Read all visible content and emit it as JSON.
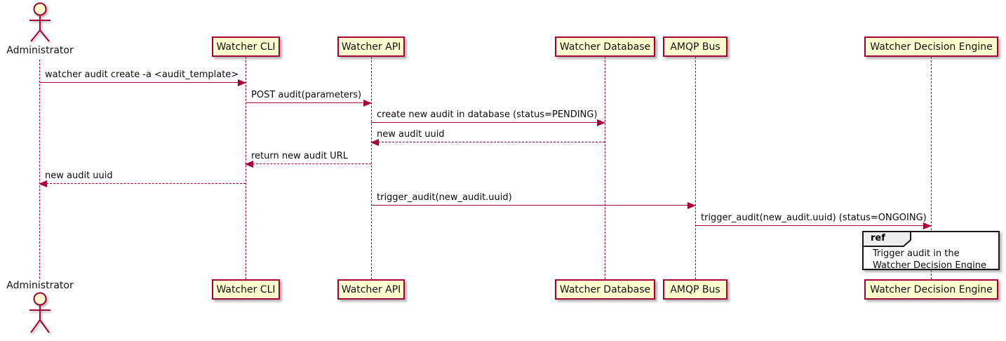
{
  "diagram": {
    "type": "sequence",
    "actor": {
      "name": "Administrator"
    },
    "participants": [
      {
        "name": "Watcher CLI"
      },
      {
        "name": "Watcher API"
      },
      {
        "name": "Watcher Database"
      },
      {
        "name": "AMQP Bus"
      },
      {
        "name": "Watcher Decision Engine"
      }
    ],
    "messages": [
      {
        "from": "Administrator",
        "to": "Watcher CLI",
        "label": "watcher audit create -a <audit_template>",
        "line": "solid",
        "direction": "right"
      },
      {
        "from": "Watcher CLI",
        "to": "Watcher API",
        "label": "POST audit(parameters)",
        "line": "solid",
        "direction": "right"
      },
      {
        "from": "Watcher API",
        "to": "Watcher Database",
        "label": "create new audit in database (status=PENDING)",
        "line": "solid",
        "direction": "right"
      },
      {
        "from": "Watcher Database",
        "to": "Watcher API",
        "label": "new audit uuid",
        "line": "dashed",
        "direction": "left"
      },
      {
        "from": "Watcher API",
        "to": "Watcher CLI",
        "label": "return new audit URL",
        "line": "dashed",
        "direction": "left"
      },
      {
        "from": "Watcher CLI",
        "to": "Administrator",
        "label": "new audit uuid",
        "line": "dashed",
        "direction": "left"
      },
      {
        "from": "Watcher API",
        "to": "AMQP Bus",
        "label": "trigger_audit(new_audit.uuid)",
        "line": "solid",
        "direction": "right"
      },
      {
        "from": "AMQP Bus",
        "to": "Watcher Decision Engine",
        "label": "trigger_audit(new_audit.uuid) (status=ONGOING)",
        "line": "solid",
        "direction": "right"
      }
    ],
    "ref": {
      "keyword": "ref",
      "lines": [
        "Trigger audit in the",
        "Watcher Decision Engine"
      ]
    },
    "colors": {
      "participant_fill": "#FEFECE",
      "participant_border": "#A80036",
      "arrow": "#A80036",
      "lifeline": "#A80036",
      "text": "#000000",
      "ref_border": "#181818",
      "ref_tab_fill": "#EEEEEE",
      "background": "#FFFFFF"
    }
  }
}
